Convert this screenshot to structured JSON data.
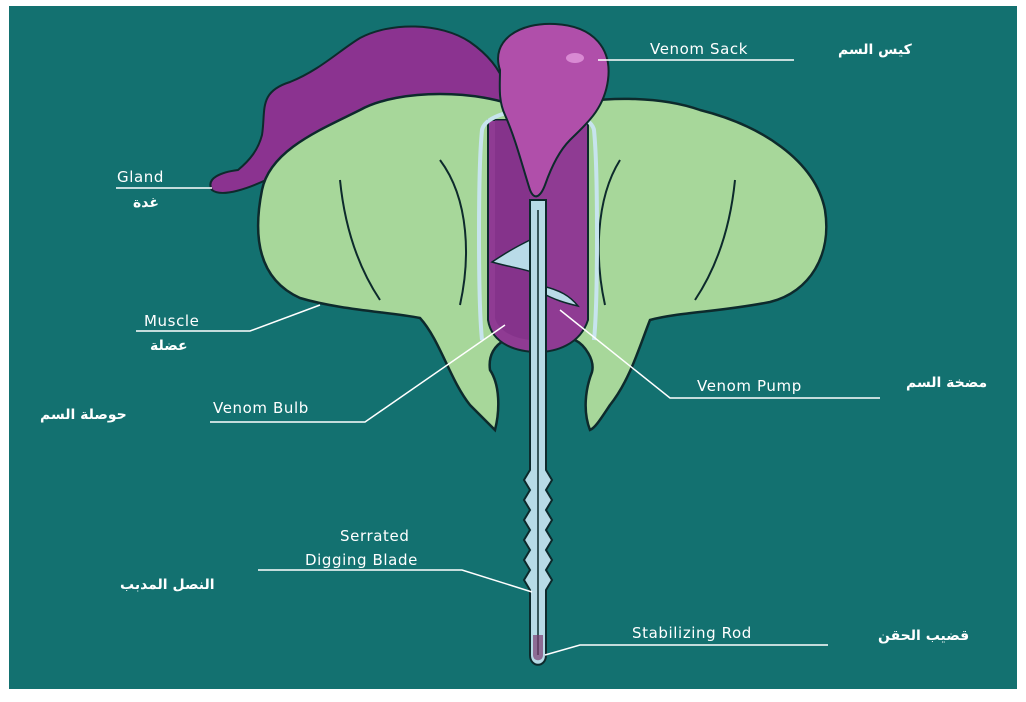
{
  "colors": {
    "background": "#137170",
    "muscle": "#a7d79a",
    "venom": "#9a3d99",
    "stinger": "#b7dbe6",
    "outline": "#0d2a2c",
    "leader": "#ffffff"
  },
  "labels": {
    "venom_sack": {
      "en": "Venom Sack",
      "ar": "كيس السم"
    },
    "gland": {
      "en": "Gland",
      "ar": "غدة"
    },
    "muscle": {
      "en": "Muscle",
      "ar": "عضلة"
    },
    "venom_bulb": {
      "en": "Venom Bulb",
      "ar": "حوصلة السم"
    },
    "venom_pump": {
      "en": "Venom Pump",
      "ar": "مضخة السم"
    },
    "digging_blade": {
      "en_line1": "Serrated",
      "en_line2": "Digging Blade",
      "ar": "النصل المدبب"
    },
    "stabilizing_rod": {
      "en": "Stabilizing Rod",
      "ar": "قضيب الحقن"
    }
  }
}
